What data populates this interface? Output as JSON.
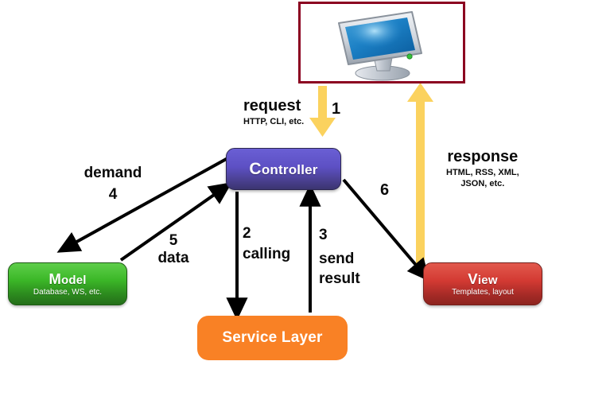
{
  "diagram": {
    "title": "MVC request/response flow",
    "background": "#ffffff",
    "colors": {
      "controller": "#5d50c4",
      "model": "#3cb828",
      "view": "#d33a33",
      "service": "#f98125",
      "client_border": "#8b0020",
      "flow_arrow": "#fbd25e",
      "arrow": "#000000"
    }
  },
  "client": {
    "icon": "computer-monitor-icon",
    "border_color": "#8b0020"
  },
  "nodes": {
    "controller": {
      "cap": "C",
      "rest": "ontroller",
      "sub": ""
    },
    "model": {
      "cap": "M",
      "rest": "odel",
      "sub": "Database, WS, etc."
    },
    "view": {
      "cap": "V",
      "rest": "iew",
      "sub": "Templates, layout"
    },
    "service": {
      "cap": "",
      "rest": "Service Layer",
      "sub": ""
    }
  },
  "labels": {
    "request": {
      "text": "request",
      "sub": "HTTP, CLI, etc.",
      "number": "1"
    },
    "response": {
      "text": "response",
      "sub_line1": "HTML, RSS, XML,",
      "sub_line2": "JSON, etc.",
      "number": "6"
    },
    "demand": {
      "text": "demand",
      "number": "4"
    },
    "data": {
      "text": "data",
      "number": "5"
    },
    "calling": {
      "text": "calling",
      "number": "2"
    },
    "send_result": {
      "line1": "send",
      "line2": "result",
      "number": "3"
    }
  },
  "steps": [
    {
      "number": "1",
      "from": "client",
      "to": "controller",
      "label": "request"
    },
    {
      "number": "2",
      "from": "controller",
      "to": "service",
      "label": "calling"
    },
    {
      "number": "3",
      "from": "service",
      "to": "controller",
      "label": "send result"
    },
    {
      "number": "4",
      "from": "controller",
      "to": "model",
      "label": "demand"
    },
    {
      "number": "5",
      "from": "model",
      "to": "controller",
      "label": "data"
    },
    {
      "number": "6",
      "from": "controller",
      "to": "view",
      "label": ""
    },
    {
      "number": "6",
      "from": "view",
      "to": "client",
      "label": "response"
    }
  ]
}
